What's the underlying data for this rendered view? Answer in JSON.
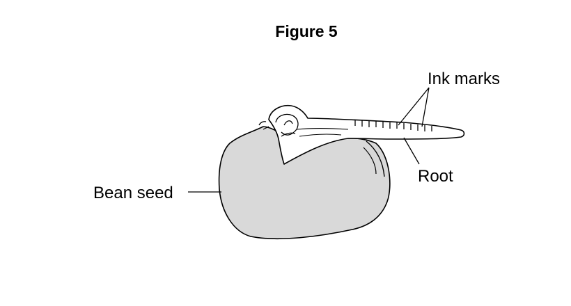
{
  "figure": {
    "title": "Figure 5",
    "labels": {
      "ink_marks": "Ink marks",
      "root": "Root",
      "bean_seed": "Bean seed"
    },
    "colors": {
      "seed_fill": "#d9d9d9",
      "line": "#000000",
      "background": "#ffffff"
    }
  }
}
